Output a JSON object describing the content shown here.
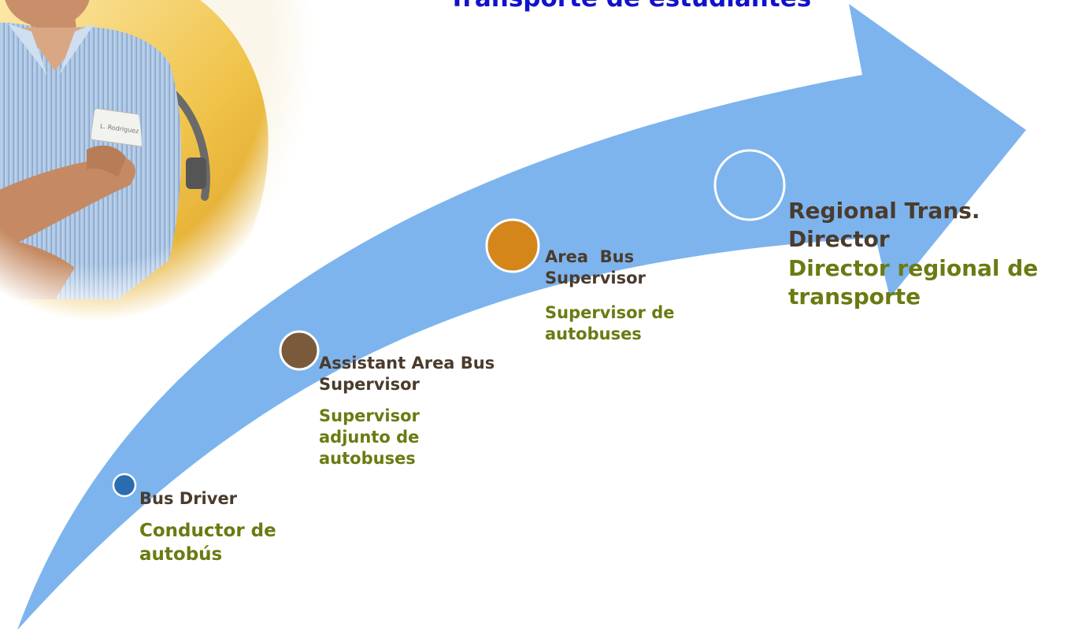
{
  "title": "Transporte de estudiantes",
  "colors": {
    "arrow": "#7db4ee",
    "title": "#1111cc",
    "stage_en_text": "#4a3b2c",
    "stage_es_text": "#6b7a12",
    "dot_1": "#2b6cb0",
    "dot_2": "#7a5a3a",
    "dot_3": "#d4861a"
  },
  "photo": {
    "subject": "bus-driver-photo",
    "badge_text": "L. Rodriguez"
  },
  "stages": [
    {
      "en": "Bus Driver",
      "es": "Conductor de autobús"
    },
    {
      "en": "Assistant Area Bus Supervisor",
      "es": "Supervisor adjunto de autobuses"
    },
    {
      "en": "Area  Bus Supervisor",
      "es": "Supervisor de autobuses"
    },
    {
      "en": "Regional Trans. Director",
      "es": "Director regional de transporte"
    }
  ]
}
